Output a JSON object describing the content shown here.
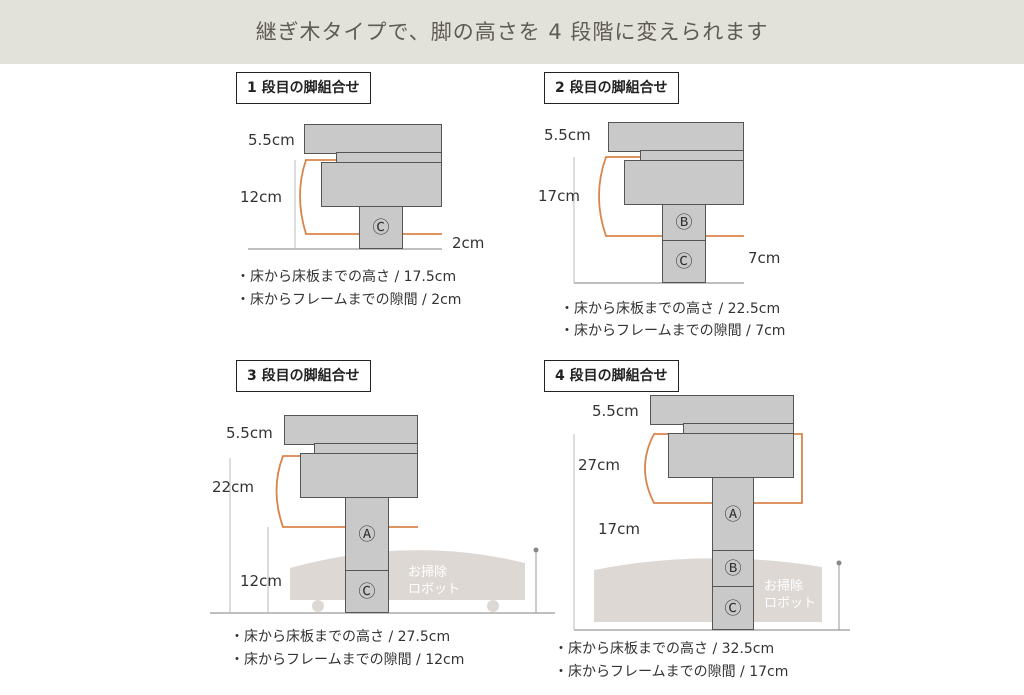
{
  "title": "継ぎ木タイプで、脚の高さを 4 段階に変えられます",
  "colors": {
    "banner": "#e3e2da",
    "block": "#c9c9c9",
    "frame_line": "#d9844a",
    "robot": "#ddd8d4",
    "line": "#999999"
  },
  "robot_label": "お掃除\nロボット",
  "panels": [
    {
      "heading": "1 段目の脚組合せ",
      "board_label": "5.5cm",
      "height_label": "12cm",
      "gap_label": "2cm",
      "legs": [
        "Ⓒ"
      ],
      "notes": [
        "・床から床板までの高さ / 17.5cm",
        "・床からフレームまでの隙間 / 2cm"
      ]
    },
    {
      "heading": "2 段目の脚組合せ",
      "board_label": "5.5cm",
      "height_label": "17cm",
      "gap_label": "7cm",
      "legs": [
        "Ⓑ",
        "Ⓒ"
      ],
      "notes": [
        "・床から床板までの高さ / 22.5cm",
        "・床からフレームまでの隙間 / 7cm"
      ]
    },
    {
      "heading": "3 段目の脚組合せ",
      "board_label": "5.5cm",
      "height_label": "22cm",
      "gap_label": "12cm",
      "legs": [
        "Ⓐ",
        "Ⓒ"
      ],
      "notes": [
        "・床から床板までの高さ / 27.5cm",
        "・床からフレームまでの隙間 / 12cm"
      ]
    },
    {
      "heading": "4 段目の脚組合せ",
      "board_label": "5.5cm",
      "height_label": "27cm",
      "gap_label": "17cm",
      "legs": [
        "Ⓐ",
        "Ⓑ",
        "Ⓒ"
      ],
      "notes": [
        "・床から床板までの高さ / 32.5cm",
        "・床からフレームまでの隙間 / 17cm"
      ]
    }
  ]
}
